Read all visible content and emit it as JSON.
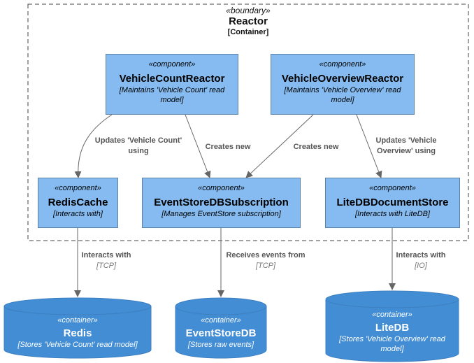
{
  "boundary": {
    "stereotype": "«boundary»",
    "name": "Reactor",
    "tech": "[Container]"
  },
  "components": {
    "vehicle_count_reactor": {
      "stereotype": "«component»",
      "name": "VehicleCountReactor",
      "desc": "[Maintains 'Vehicle Count' read model]"
    },
    "vehicle_overview_reactor": {
      "stereotype": "«component»",
      "name": "VehicleOverviewReactor",
      "desc": "[Maintains 'Vehicle Overview' read model]"
    },
    "redis_cache": {
      "stereotype": "«component»",
      "name": "RedisCache",
      "desc": "[Interacts with]"
    },
    "eventstore_subscription": {
      "stereotype": "«component»",
      "name": "EventStoreDBSubscription",
      "desc": "[Manages EventStore subscription]"
    },
    "litedb_document_store": {
      "stereotype": "«component»",
      "name": "LiteDBDocumentStore",
      "desc": "[Interacts with LiteDB]"
    }
  },
  "containers": {
    "redis": {
      "stereotype": "«container»",
      "name": "Redis",
      "desc": "[Stores 'Vehicle Count' read model]"
    },
    "eventstoredb": {
      "stereotype": "«container»",
      "name": "EventStoreDB",
      "desc": "[Stores raw events]"
    },
    "litedb": {
      "stereotype": "«container»",
      "name": "LiteDB",
      "desc": "[Stores 'Vehicle Overview' read model]"
    }
  },
  "relations": {
    "count_updates": {
      "label": "Updates 'Vehicle Count' using"
    },
    "count_creates": {
      "label": "Creates new"
    },
    "overview_creates": {
      "label": "Creates new"
    },
    "overview_updates": {
      "label": "Updates 'Vehicle Overview' using"
    },
    "redis_interacts": {
      "label": "Interacts with",
      "tech": "[TCP]"
    },
    "events_receives": {
      "label": "Receives events from",
      "tech": "[TCP]"
    },
    "litedb_interacts": {
      "label": "Interacts with",
      "tech": "[IO]"
    }
  },
  "colors": {
    "component_fill": "#85BBF0",
    "component_stroke": "#5D82A8",
    "container_fill": "#438DD5",
    "container_stroke": "#3C7FC0",
    "arrow": "#666666"
  }
}
